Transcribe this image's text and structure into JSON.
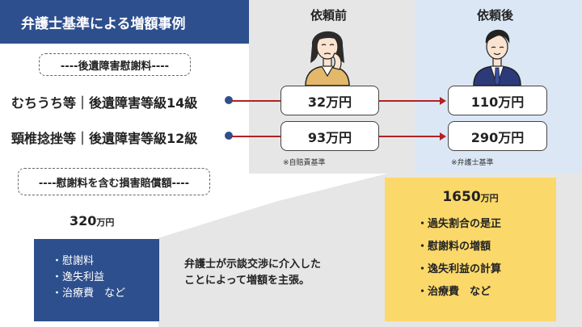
{
  "title": "弁護士基準による増額事例",
  "columns": {
    "before": "依頼前",
    "after": "依頼後"
  },
  "section1_label": "----後遺障害慰謝料----",
  "rows": [
    {
      "label": "むちうち等｜後遺障害等級14級",
      "before": "32万円",
      "after": "110万円"
    },
    {
      "label": "頸椎捻挫等｜後遺障害等級12級",
      "before": "93万円",
      "after": "290万円"
    }
  ],
  "notes": {
    "before": "※自賠責基準",
    "after": "※弁護士基準"
  },
  "section2_label": "----慰謝料を含む損害賠償額----",
  "before_total": {
    "num": "320",
    "unit": "万円"
  },
  "before_items": [
    "・慰謝料",
    "・逸失利益",
    "・治療費　など"
  ],
  "claim_lines": [
    "弁護士が示談交渉に介入した",
    "ことによって増額を主張。"
  ],
  "after_total": {
    "num": "1650",
    "unit": "万円"
  },
  "after_items": [
    "・過失割合の是正",
    "・慰謝料の増額",
    "・逸失利益の計算",
    "・治療費　など"
  ],
  "colors": {
    "navy": "#2e4f8d",
    "arrow": "#b22222",
    "yellow": "#fbd86a",
    "grey": "#e6e6e6",
    "light_blue": "#dbe7f5"
  }
}
